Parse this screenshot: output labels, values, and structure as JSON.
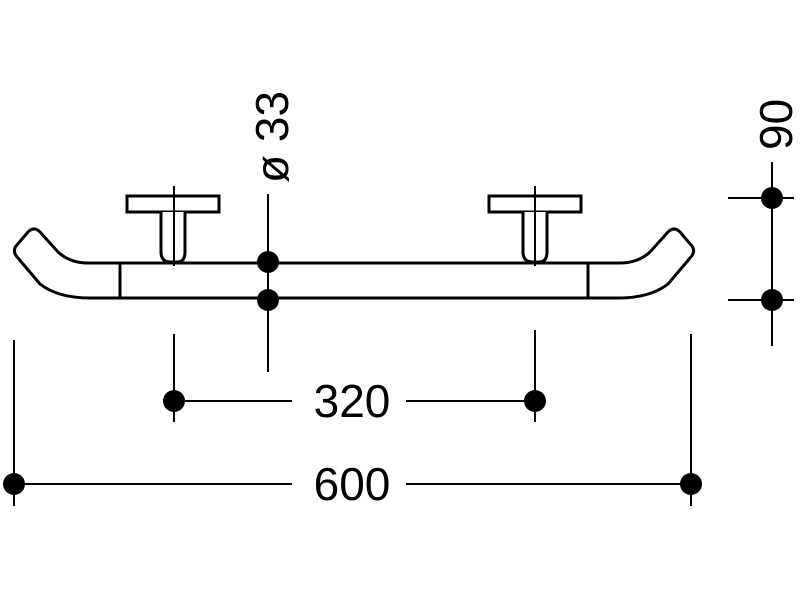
{
  "dimensions": {
    "overall_length": "600",
    "post_spacing": "320",
    "tube_diameter": "ø 33",
    "wall_offset": "90"
  },
  "colors": {
    "ink": "#000000",
    "background": "#ffffff"
  }
}
